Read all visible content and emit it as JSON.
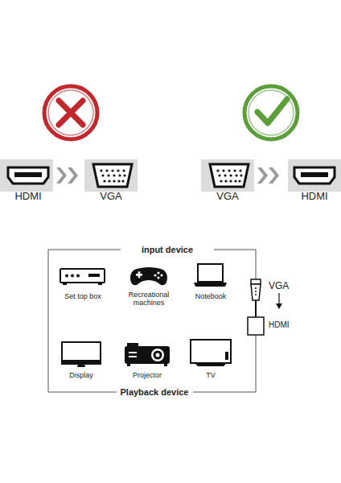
{
  "diagram": {
    "labels": [
      "HDMI",
      "VGA",
      "VGA",
      "HDMI",
      "input device",
      "Set top box",
      "Recreational machines",
      "Notebook",
      "Display",
      "Projector",
      "TV",
      "Playback device",
      "VGA",
      "HDMI"
    ]
  }
}
